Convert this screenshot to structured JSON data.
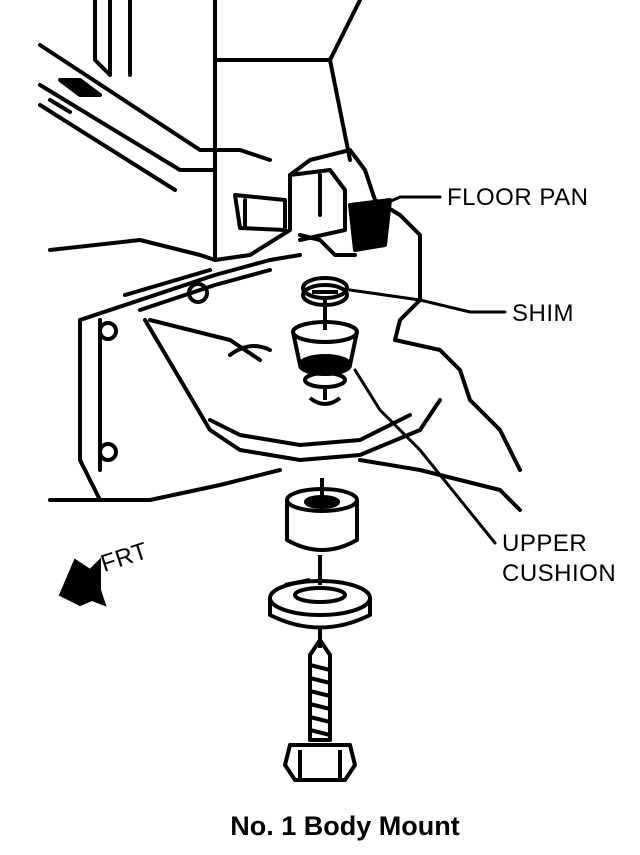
{
  "diagram": {
    "caption": "No. 1 Body Mount",
    "direction_label": "FRT",
    "callouts": {
      "floor_pan": "FLOOR PAN",
      "shim": "SHIM",
      "upper_cushion_line1": "UPPER",
      "upper_cushion_line2": "CUSHION"
    }
  },
  "colors": {
    "ink": "#000000",
    "paper": "#ffffff"
  }
}
